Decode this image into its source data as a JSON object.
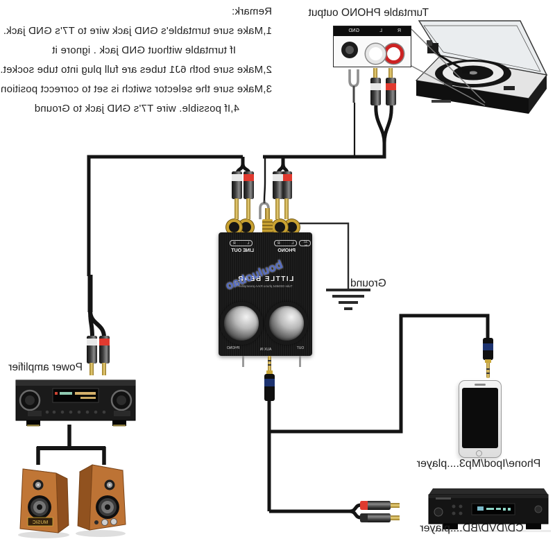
{
  "remark": {
    "title": "Remark:",
    "lines": [
      "1,Make sure turntable's GND jack wire to T7's GND jack.",
      "If turntable without GND jack . ignore it",
      "2,Make sure both 6J1 tubes are full plug into tube socket.",
      "3,Make sure the selector switch is set to correcct position.",
      "4,If possible. wire T7's GND jack to Ground"
    ]
  },
  "turntable": {
    "label": "Turntable PHONO output",
    "panel": {
      "right": "R",
      "left": "L",
      "ground": "GND"
    }
  },
  "preamp": {
    "brand": "LITTLE BEAR",
    "subtitle": "Tube GE5654 phono RIAA preamplifier",
    "watermark": "bouluobao",
    "top_labels": {
      "line_out": "LINE OUT",
      "phono": "PHONO",
      "ac_in": "AC IN",
      "channel_left": "L",
      "channel_right": "R"
    },
    "bottom_labels": [
      "OUT",
      "AUX IN",
      "PHONO"
    ]
  },
  "ground": {
    "label": "Ground"
  },
  "amplifier": {
    "label": "Power amplifier"
  },
  "speakers": {
    "badge": "MUSIC"
  },
  "phone": {
    "label": "Phone/Ipod/Mp3....player"
  },
  "cd_player": {
    "label": "CD/DVD/BD....player"
  },
  "colors": {
    "wire": "#141414",
    "gold": "#c9a232",
    "red_band": "#e03a2f",
    "white_band": "#e8e8e8",
    "wood": "#b96f33",
    "watermark_blue": "#3355cc",
    "panel_bg": "#fafafa"
  }
}
